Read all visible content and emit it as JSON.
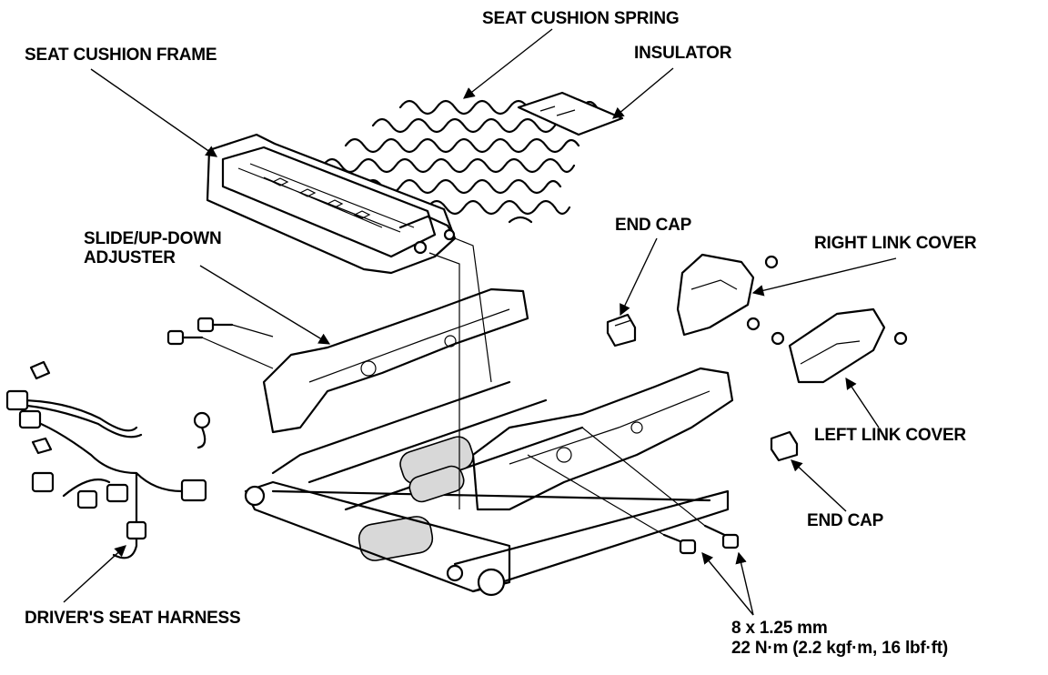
{
  "labels": {
    "seat_cushion_spring": "SEAT CUSHION SPRING",
    "seat_cushion_frame": "SEAT CUSHION FRAME",
    "insulator": "INSULATOR",
    "slide_adjuster_line1": "SLIDE/UP-DOWN",
    "slide_adjuster_line2": "ADJUSTER",
    "end_cap_top": "END CAP",
    "right_link_cover": "RIGHT LINK COVER",
    "left_link_cover": "LEFT LINK COVER",
    "end_cap_bottom": "END CAP",
    "drivers_seat_harness": "DRIVER'S SEAT HARNESS",
    "bolt_size": "8 x 1.25 mm",
    "torque_spec": "22 N·m (2.2 kgf·m, 16 lbf·ft)"
  }
}
